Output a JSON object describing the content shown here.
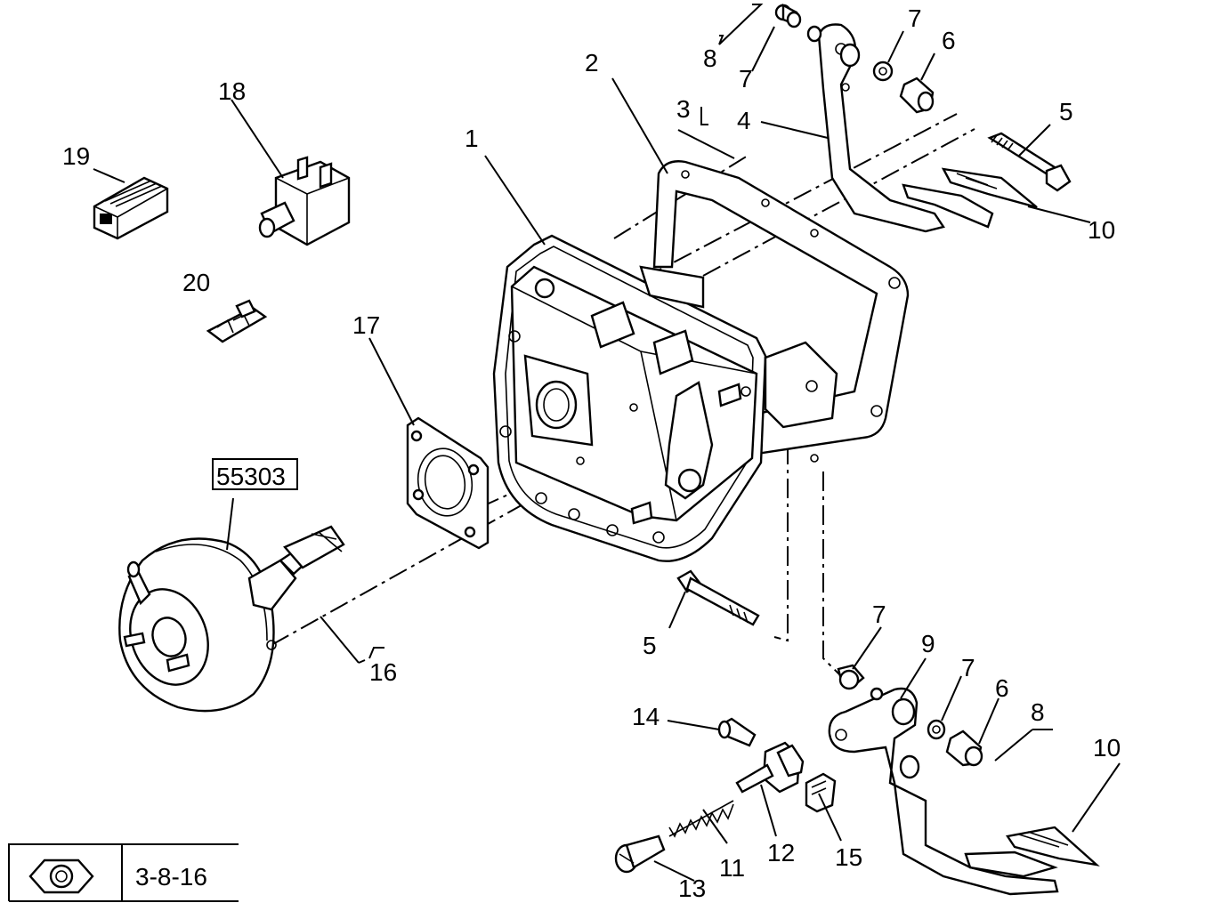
{
  "callouts": {
    "c1": "1",
    "c2": "2",
    "c3": "3",
    "c4": "4",
    "c5a": "5",
    "c5b": "5",
    "c6a": "6",
    "c6b": "6",
    "c7a": "7",
    "c7b": "7",
    "c7c": "7",
    "c7d": "7",
    "c8a": "8",
    "c8b": "8",
    "c9": "9",
    "c10a": "10",
    "c10b": "10",
    "c11": "11",
    "c12": "12",
    "c13": "13",
    "c14": "14",
    "c15": "15",
    "c16": "16",
    "c17": "17",
    "c18": "18",
    "c19": "19",
    "c20": "20"
  },
  "reference_box": "55303",
  "legend": {
    "icon": "hex-nut-icon",
    "code": "3-8-16"
  }
}
